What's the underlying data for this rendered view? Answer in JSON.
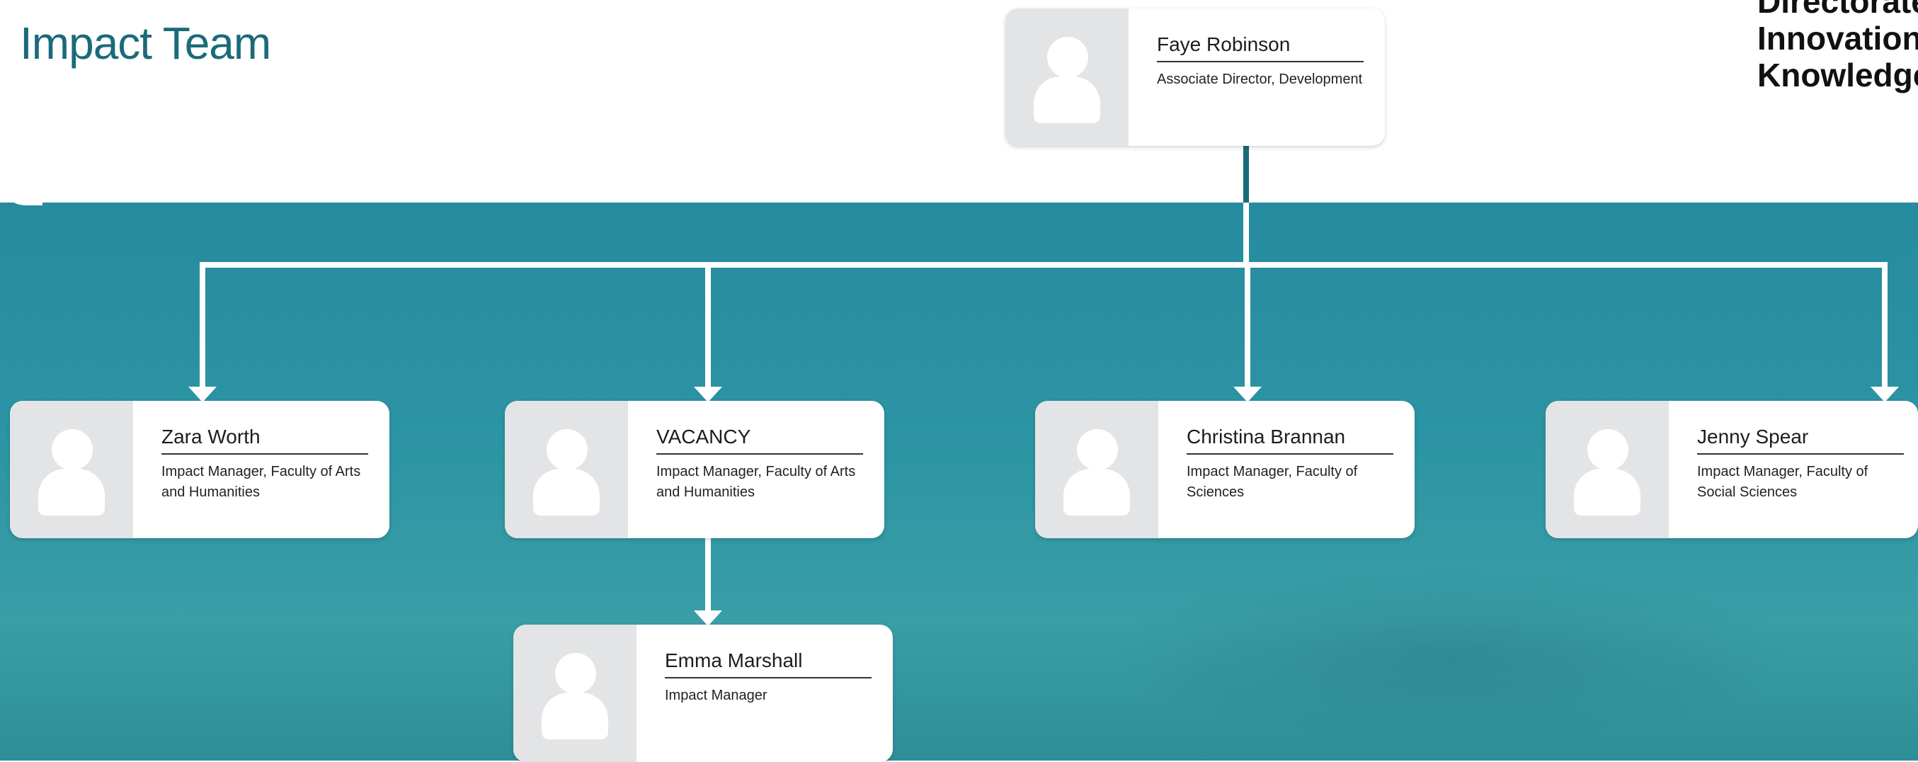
{
  "page": {
    "title": "Impact Team",
    "brand_lines": [
      "Directorate of",
      "Innovation and",
      "Knowledge"
    ]
  },
  "colors": {
    "title": "#1a6b7a",
    "teal_background": "#2c95a4",
    "card": "#ffffff",
    "photo_placeholder": "#e3e4e6",
    "connector": "#ffffff"
  },
  "org": {
    "head": {
      "name": "Faye Robinson",
      "role": "Associate Director, Development"
    },
    "reports": [
      {
        "name": "Zara Worth",
        "role": "Impact Manager, Faculty of Arts and Humanities"
      },
      {
        "name": "VACANCY",
        "role": "Impact Manager, Faculty of Arts and Humanities"
      },
      {
        "name": "Christina Brannan",
        "role": "Impact Manager, Faculty of Sciences"
      },
      {
        "name": "Jenny Spear",
        "role": "Impact Manager, Faculty of Social Sciences"
      }
    ],
    "sub_reports": [
      {
        "name": "Emma Marshall",
        "role": "Impact Manager",
        "reports_to": "VACANCY"
      }
    ]
  }
}
